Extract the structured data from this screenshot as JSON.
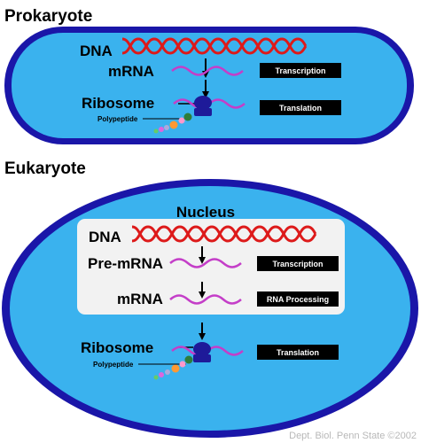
{
  "prokaryote": {
    "title": "Prokaryote",
    "dna_label": "DNA",
    "mrna_label": "mRNA",
    "ribosome_label": "Ribosome",
    "polypeptide_label": "Polypeptide",
    "steps": [
      "Transcription",
      "Translation"
    ]
  },
  "eukaryote": {
    "title": "Eukaryote",
    "nucleus_label": "Nucleus",
    "dna_label": "DNA",
    "pre_mrna_label": "Pre-mRNA",
    "mrna_label": "mRNA",
    "ribosome_label": "Ribosome",
    "polypeptide_label": "Polypeptide",
    "steps": [
      "Transcription",
      "RNA Processing",
      "Translation"
    ]
  },
  "credit": "Dept. Biol. Penn State ©2002",
  "colors": {
    "cell_outer": "#1a16a8",
    "cell_inner": "#3ab2ee",
    "dna": "#dd1a1a",
    "rna": "#c43ec8",
    "nucleus_fill": "#f2f2f2",
    "ribosome": "#1e1a99",
    "label_box": "#000000"
  },
  "icons": [
    "down-arrow-icon",
    "dna-helix-icon",
    "rna-wave-icon",
    "ribosome-icon",
    "polypeptide-chain-icon"
  ]
}
